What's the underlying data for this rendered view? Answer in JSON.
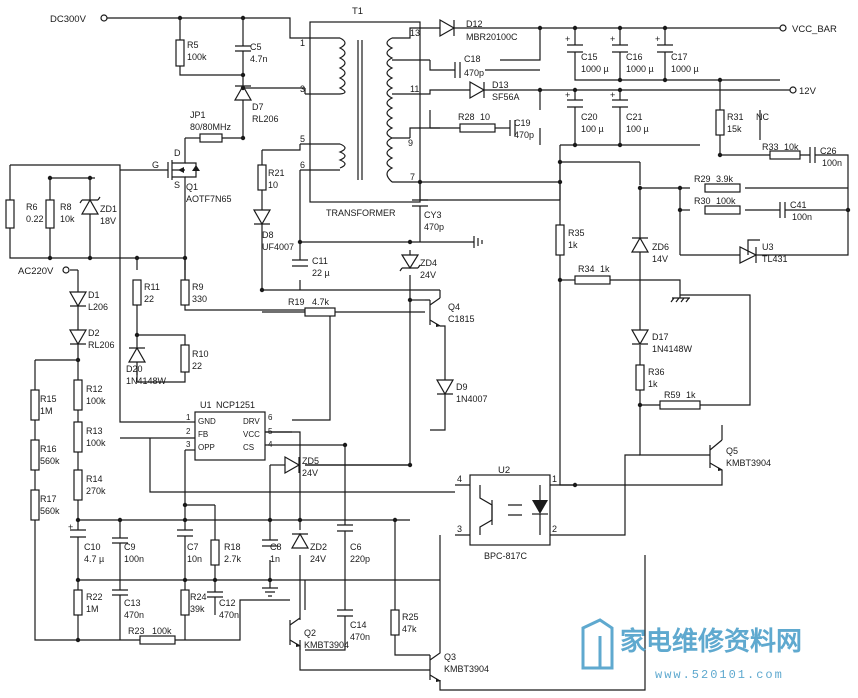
{
  "rails": {
    "dc300v": "DC300V",
    "ac220v": "AC220V",
    "vcc_bar": "VCC_BAR",
    "v12": "12V"
  },
  "transformer": {
    "ref": "T1",
    "label": "TRANSFORMER",
    "pins": [
      "1",
      "3",
      "5",
      "6",
      "13",
      "11",
      "9",
      "7"
    ]
  },
  "ic": {
    "ref": "U1",
    "part": "NCP1251",
    "pins": [
      {
        "n": "1",
        "name": "GND"
      },
      {
        "n": "2",
        "name": "FB"
      },
      {
        "n": "3",
        "name": "OPP"
      },
      {
        "n": "6",
        "name": "DRV"
      },
      {
        "n": "5",
        "name": "VCC"
      },
      {
        "n": "4",
        "name": "CS"
      }
    ]
  },
  "opto": {
    "ref": "U2",
    "part": "BPC-817C",
    "pins": [
      "4",
      "1",
      "3",
      "2"
    ]
  },
  "components": {
    "R5": {
      "ref": "R5",
      "val": "100k"
    },
    "C5": {
      "ref": "C5",
      "val": "4.7n"
    },
    "D7": {
      "ref": "D7",
      "val": "RL206"
    },
    "JP1": {
      "ref": "JP1",
      "val": "80/80MHz"
    },
    "Q1": {
      "ref": "Q1",
      "val": "AOTF7N65",
      "g": "G",
      "d": "D",
      "s": "S"
    },
    "R6": {
      "ref": "R6",
      "val": "0.22"
    },
    "R8": {
      "ref": "R8",
      "val": "10k"
    },
    "ZD1": {
      "ref": "ZD1",
      "val": "18V"
    },
    "R21": {
      "ref": "R21",
      "val": "10"
    },
    "D8": {
      "ref": "D8",
      "val": "UF4007"
    },
    "C11": {
      "ref": "C11",
      "val": "22 µ"
    },
    "ZD4": {
      "ref": "ZD4",
      "val": "24V"
    },
    "R19": {
      "ref": "R19",
      "val": "4.7k"
    },
    "Q4": {
      "ref": "Q4",
      "val": "C1815"
    },
    "D9": {
      "ref": "D9",
      "val": "1N4007"
    },
    "D1": {
      "ref": "D1",
      "val": "L206"
    },
    "D2": {
      "ref": "D2",
      "val": "RL206"
    },
    "R11": {
      "ref": "R11",
      "val": "22"
    },
    "R9": {
      "ref": "R9",
      "val": "330"
    },
    "D20": {
      "ref": "D20",
      "val": "1N4148W"
    },
    "R10": {
      "ref": "R10",
      "val": "22"
    },
    "R15": {
      "ref": "R15",
      "val": "1M"
    },
    "R16": {
      "ref": "R16",
      "val": "560k"
    },
    "R17": {
      "ref": "R17",
      "val": "560k"
    },
    "R12": {
      "ref": "R12",
      "val": "100k"
    },
    "R13": {
      "ref": "R13",
      "val": "100k"
    },
    "R14": {
      "ref": "R14",
      "val": "270k"
    },
    "ZD5": {
      "ref": "ZD5",
      "val": "24V"
    },
    "C10": {
      "ref": "C10",
      "val": "4.7 µ"
    },
    "C9": {
      "ref": "C9",
      "val": "100n"
    },
    "C7": {
      "ref": "C7",
      "val": "10n"
    },
    "R18": {
      "ref": "R18",
      "val": "2.7k"
    },
    "C8": {
      "ref": "C8",
      "val": "1n"
    },
    "ZD2": {
      "ref": "ZD2",
      "val": "24V"
    },
    "C6": {
      "ref": "C6",
      "val": "220p"
    },
    "R22": {
      "ref": "R22",
      "val": "1M"
    },
    "C13": {
      "ref": "C13",
      "val": "470n"
    },
    "R24": {
      "ref": "R24",
      "val": "39k"
    },
    "C12": {
      "ref": "C12",
      "val": "470n"
    },
    "R23": {
      "ref": "R23",
      "val": "100k"
    },
    "Q2": {
      "ref": "Q2",
      "val": "KMBT3904"
    },
    "C14": {
      "ref": "C14",
      "val": "470n"
    },
    "R25": {
      "ref": "R25",
      "val": "47k"
    },
    "Q3": {
      "ref": "Q3",
      "val": "KMBT3904"
    },
    "D12": {
      "ref": "D12",
      "val": "MBR20100C"
    },
    "C18": {
      "ref": "C18",
      "val": "470p"
    },
    "D13": {
      "ref": "D13",
      "val": "SF56A"
    },
    "R28": {
      "ref": "R28",
      "val": "10"
    },
    "C19": {
      "ref": "C19",
      "val": "470p"
    },
    "C15": {
      "ref": "C15",
      "val": "1000 µ"
    },
    "C16": {
      "ref": "C16",
      "val": "1000 µ"
    },
    "C17": {
      "ref": "C17",
      "val": "1000 µ"
    },
    "C20": {
      "ref": "C20",
      "val": "100 µ"
    },
    "C21": {
      "ref": "C21",
      "val": "100 µ"
    },
    "R31": {
      "ref": "R31",
      "val": "15k"
    },
    "NC": {
      "ref": "NC",
      "val": ""
    },
    "R33": {
      "ref": "R33",
      "val": "10k"
    },
    "C26": {
      "ref": "C26",
      "val": "100n"
    },
    "R29": {
      "ref": "R29",
      "val": "3.9k"
    },
    "R30": {
      "ref": "R30",
      "val": "100k"
    },
    "C41": {
      "ref": "C41",
      "val": "100n"
    },
    "U3": {
      "ref": "U3",
      "val": "TL431"
    },
    "CY3": {
      "ref": "CY3",
      "val": "470p"
    },
    "R35": {
      "ref": "R35",
      "val": "1k"
    },
    "ZD6": {
      "ref": "ZD6",
      "val": "14V"
    },
    "R34": {
      "ref": "R34",
      "val": "1k"
    },
    "D17": {
      "ref": "D17",
      "val": "1N4148W"
    },
    "R36": {
      "ref": "R36",
      "val": "1k"
    },
    "R59": {
      "ref": "R59",
      "val": "1k"
    },
    "Q5": {
      "ref": "Q5",
      "val": "KMBT3904"
    }
  },
  "watermark": {
    "title": "家电维修资料网",
    "url": "www.520101.com"
  }
}
